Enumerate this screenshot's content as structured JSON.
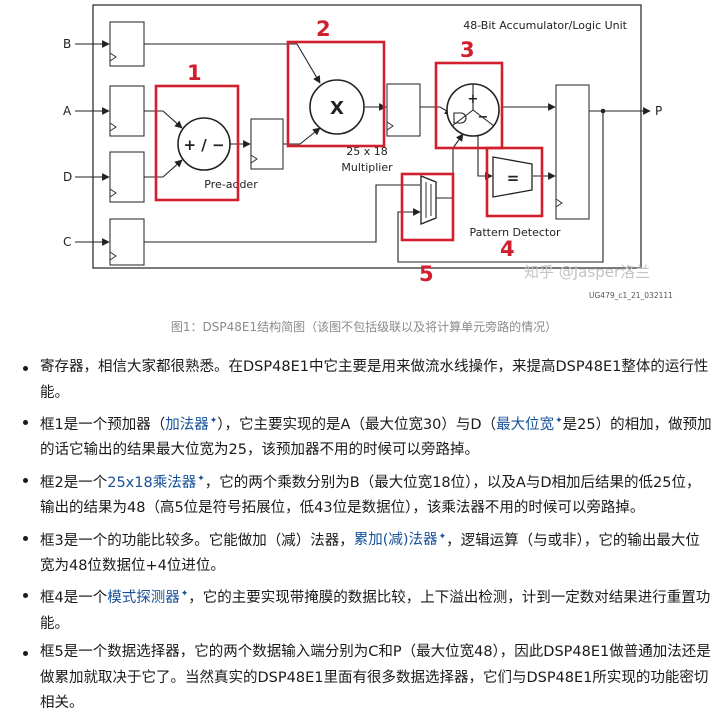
{
  "diagram": {
    "title": "48-Bit Accumulator/Logic Unit",
    "inputs": [
      "B",
      "A",
      "D",
      "C"
    ],
    "output": "P",
    "preadder_symbol": "+ / −",
    "preadder_label": "Pre-adder",
    "multiplier_symbol": "X",
    "multiplier_size": "25 x 18",
    "multiplier_label": "Multiplier",
    "alu_plus": "+",
    "alu_minus": "−",
    "pattern_eq": "=",
    "pattern_label": "Pattern Detector",
    "box_numbers": [
      "1",
      "2",
      "3",
      "4",
      "5"
    ],
    "watermark": "知乎 @Jasper洛兰",
    "figure_id": "UG479_c1_21_032111",
    "accent_color": "#d11f2f"
  },
  "caption": "图1：DSP48E1结构简图（该图不包括级联以及将计算单元旁路的情况）",
  "bullets": [
    {
      "parts": [
        {
          "text": "寄存器，相信大家都很熟悉。在DSP48E1中它主要是用来做流水线操作，来提高DSP48E1整体的运行性能。"
        }
      ]
    },
    {
      "parts": [
        {
          "text": "框1是一个预加器（"
        },
        {
          "text": "加法器",
          "link": true
        },
        {
          "text": "），它主要实现的是A（最大位宽30）与D（"
        },
        {
          "text": "最大位宽",
          "link": true
        },
        {
          "text": "是25）的相加，做预加的话它输出的结果最大位宽为25，该预加器不用的时候可以旁路掉。"
        }
      ]
    },
    {
      "parts": [
        {
          "text": "框2是一个"
        },
        {
          "text": "25x18乘法器",
          "link": true
        },
        {
          "text": "，它的两个乘数分别为B（最大位宽18位），以及A与D相加后结果的低25位，输出的结果为48（高5位是符号拓展位，低43位是数据位），该乘法器不用的时候可以旁路掉。"
        }
      ]
    },
    {
      "parts": [
        {
          "text": "框3是一个的功能比较多。它能做加（减）法器，"
        },
        {
          "text": "累加(减)法器",
          "link": true
        },
        {
          "text": "，逻辑运算（与或非），它的输出最大位宽为48位数据位+4位进位。"
        }
      ]
    },
    {
      "parts": [
        {
          "text": "框4是一个"
        },
        {
          "text": "模式探测器",
          "link": true
        },
        {
          "text": "，它的主要实现带掩膜的数据比较，上下溢出检测，计到一定数对结果进行重置功能。"
        }
      ]
    },
    {
      "parts": [
        {
          "text": "框5是一个数据选择器，它的两个数据输入端分别为C和P（最大位宽48），因此DSP48E1做普通加法还是做累加就取决于它了。当然真实的DSP48E1里面有很多数据选择器，它们与DSP48E1所实现的功能密切相关。"
        }
      ]
    }
  ]
}
